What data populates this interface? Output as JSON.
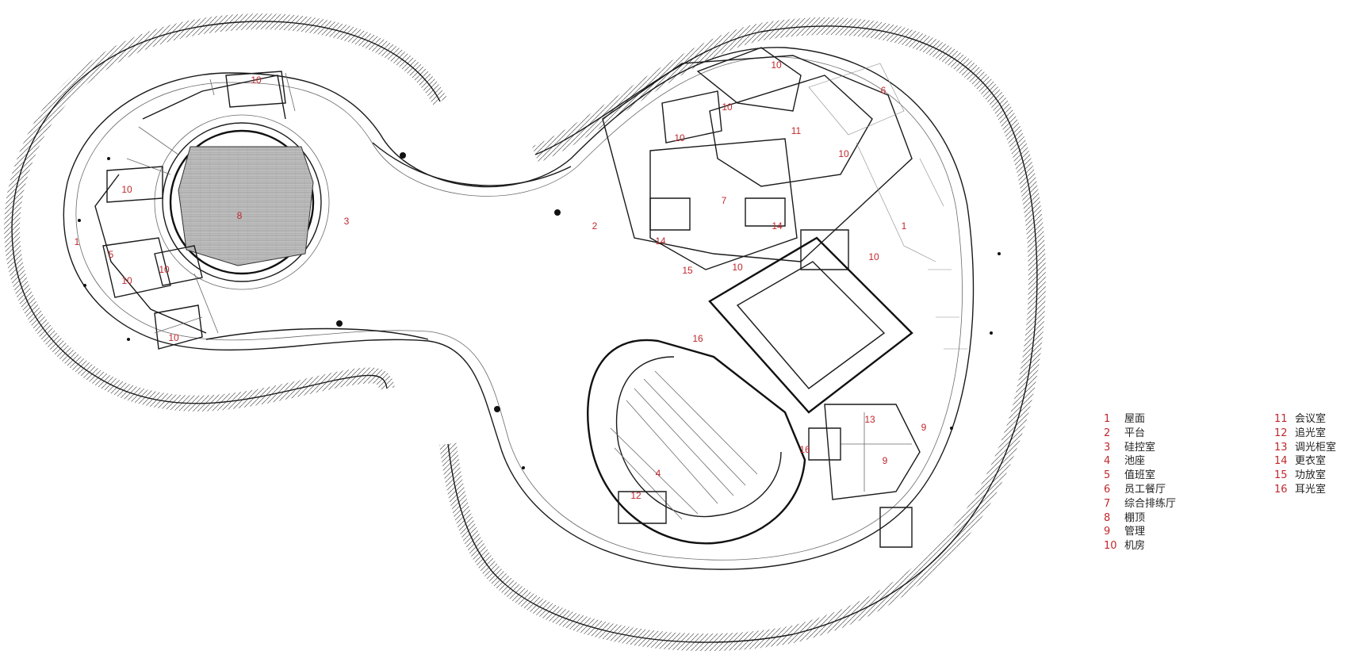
{
  "plan": {
    "rooms": [
      {
        "num": "10"
      },
      {
        "num": "10"
      },
      {
        "num": "1"
      },
      {
        "num": "8"
      },
      {
        "num": "3"
      },
      {
        "num": "5"
      },
      {
        "num": "10"
      },
      {
        "num": "10"
      },
      {
        "num": "10"
      },
      {
        "num": "2"
      },
      {
        "num": "10"
      },
      {
        "num": "6"
      },
      {
        "num": "10"
      },
      {
        "num": "10"
      },
      {
        "num": "11"
      },
      {
        "num": "10"
      },
      {
        "num": "7"
      },
      {
        "num": "1"
      },
      {
        "num": "14"
      },
      {
        "num": "14"
      },
      {
        "num": "15"
      },
      {
        "num": "10"
      },
      {
        "num": "10"
      },
      {
        "num": "16"
      },
      {
        "num": "13"
      },
      {
        "num": "9"
      },
      {
        "num": "9"
      },
      {
        "num": "16"
      },
      {
        "num": "4"
      },
      {
        "num": "12"
      }
    ]
  },
  "legend": {
    "items": [
      {
        "num": "1",
        "name": "屋面"
      },
      {
        "num": "2",
        "name": "平台"
      },
      {
        "num": "3",
        "name": "硅控室"
      },
      {
        "num": "4",
        "name": "池座"
      },
      {
        "num": "5",
        "name": "值班室"
      },
      {
        "num": "6",
        "name": "员工餐厅"
      },
      {
        "num": "7",
        "name": "综合排练厅"
      },
      {
        "num": "8",
        "name": "棚顶"
      },
      {
        "num": "9",
        "name": "管理"
      },
      {
        "num": "10",
        "name": "机房"
      },
      {
        "num": "11",
        "name": "会议室"
      },
      {
        "num": "12",
        "name": "追光室"
      },
      {
        "num": "13",
        "name": "调光柜室"
      },
      {
        "num": "14",
        "name": "更衣室"
      },
      {
        "num": "15",
        "name": "功放室"
      },
      {
        "num": "16",
        "name": "耳光室"
      }
    ]
  }
}
